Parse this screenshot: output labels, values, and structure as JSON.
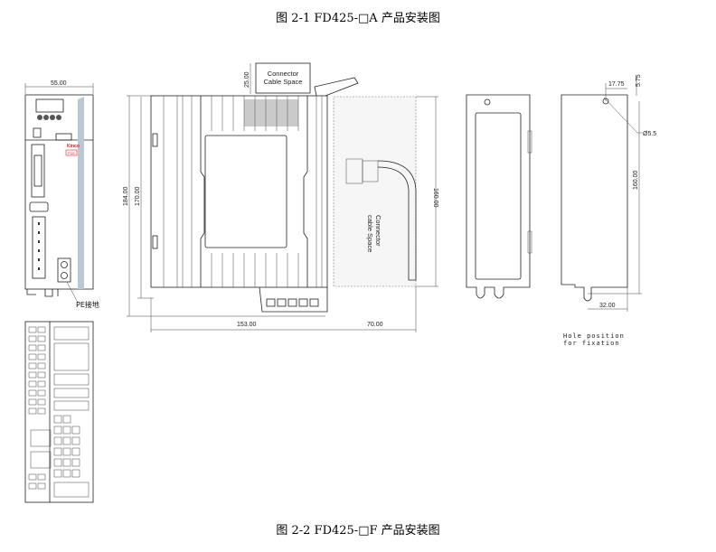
{
  "captions": {
    "figure_1": "图 2-1 FD425-□A 产品安装图",
    "figure_2": "图 2-2 FD425-□F 产品安装图"
  },
  "front_view": {
    "width_dim": "55.00",
    "brand": "Kinco",
    "model_badge": "FD5",
    "pe_label": "PE接地"
  },
  "side_view": {
    "height_overall": "184.00",
    "height_body": "170.00",
    "depth": "153.00",
    "cable_space_top_dim": "25.00",
    "cable_space_top_label_1": "Connector",
    "cable_space_top_label_2": "Cable Space",
    "cable_space_side_label_1": "Connector",
    "cable_space_side_label_2": "cable Space",
    "cable_space_height": "160.00",
    "cable_space_depth": "70.00"
  },
  "hole_view": {
    "offset_x": "17.75",
    "offset_y": "5.75",
    "hole_diameter": "Ø5.5",
    "hole_spacing": "160.00",
    "bottom_offset": "32.00",
    "note_1": "Hole position",
    "note_2": "for fixation"
  },
  "colors": {
    "brand_red": "#d8202a",
    "stripe": "#9fb3bf"
  }
}
